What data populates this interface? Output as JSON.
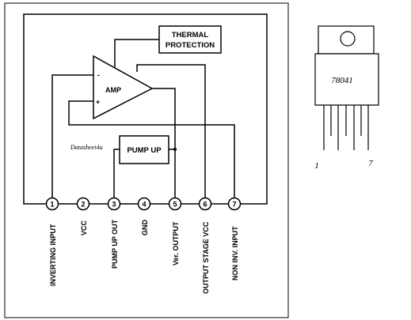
{
  "blocks": {
    "thermal_line1": "THERMAL",
    "thermal_line2": "PROTECTION",
    "amp": "AMP",
    "pump_up": "PUMP UP",
    "minus_sign": "-",
    "plus_sign": "+"
  },
  "watermark": "Datasheet4u",
  "package": {
    "part_number": "78041",
    "first_pin": "1",
    "last_pin": "7"
  },
  "pins": [
    {
      "number": "1",
      "name": "INVERTING INPUT"
    },
    {
      "number": "2",
      "name": "VCC"
    },
    {
      "number": "3",
      "name": "PUMP UP OUT"
    },
    {
      "number": "4",
      "name": "GND"
    },
    {
      "number": "5",
      "name": "Ver. OUTPUT"
    },
    {
      "number": "6",
      "name": "OUTPUT STAGE VCC"
    },
    {
      "number": "7",
      "name": "NON INV. INPUT"
    }
  ]
}
